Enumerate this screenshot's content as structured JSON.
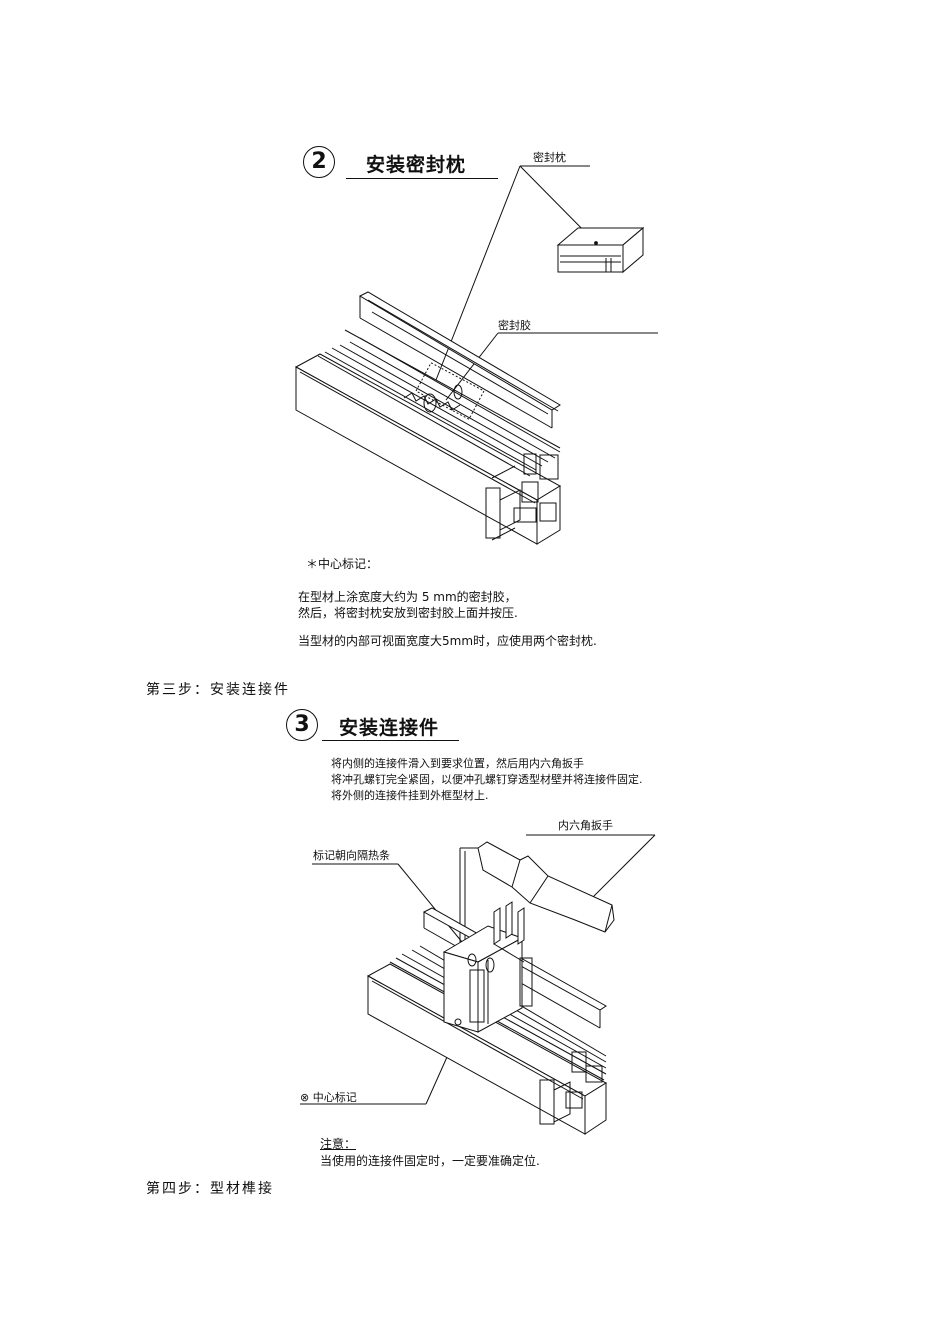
{
  "section2": {
    "number": "2",
    "title": "安装密封枕",
    "labels": {
      "pillow": "密封枕",
      "glue": "密封胶"
    },
    "center_mark": "＊中心标记：",
    "notes": [
      "在型材上涂宽度大约为 5 mm的密封胶，",
      "然后，将密封枕安放到密封胶上面并按压.",
      "当型材的内部可视面宽度大5mm时，应使用两个密封枕."
    ]
  },
  "step3_heading": "第三步：安装连接件",
  "section3": {
    "number": "3",
    "title": "安装连接件",
    "instructions": [
      "将内侧的连接件滑入到要求位置，然后用内六角扳手",
      "将冲孔螺钉完全紧固，以便冲孔螺钉穿透型材壁并将连接件固定.",
      "将外侧的连接件挂到外框型材上."
    ],
    "labels": {
      "wrench": "内六角扳手",
      "mark_toward": "标记朝向隔热条",
      "center_mark": "⊗ 中心标记"
    },
    "note_title": "注意：",
    "note_text": "当使用的连接件固定时，一定要准确定位."
  },
  "step4_heading": "第四步：型材榫接"
}
